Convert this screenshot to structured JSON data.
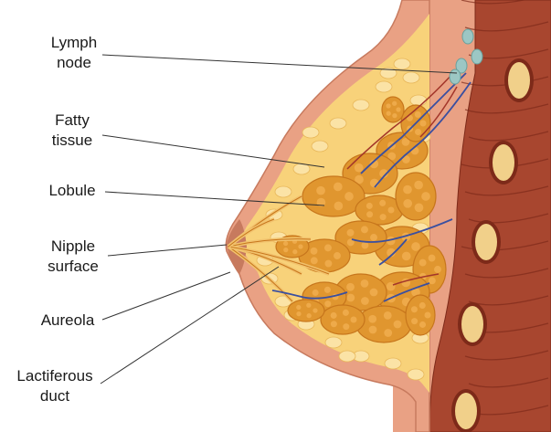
{
  "labels": {
    "lymph_node": [
      "Lymph",
      "node"
    ],
    "fatty_tissue": [
      "Fatty",
      "tissue"
    ],
    "lobule": [
      "Lobule"
    ],
    "nipple_surface": [
      "Nipple",
      "surface"
    ],
    "aureola": [
      "Aureola"
    ],
    "lactiferous_duct": [
      "Lactiferous",
      "duct"
    ]
  },
  "colors": {
    "skin": "#e9a184",
    "skin_edge": "#c77a5e",
    "fat": "#f8d27a",
    "fat_light": "#fbe3a6",
    "lobule": "#e0962f",
    "lobule_dark": "#c7761c",
    "muscle": "#a8462f",
    "muscle_dark": "#7d2a19",
    "rib": "#f1d08a",
    "vessel_blue": "#3a4fa0",
    "vessel_red": "#a3362a",
    "lymph": "#9cc7c4",
    "leader": "#333333"
  }
}
